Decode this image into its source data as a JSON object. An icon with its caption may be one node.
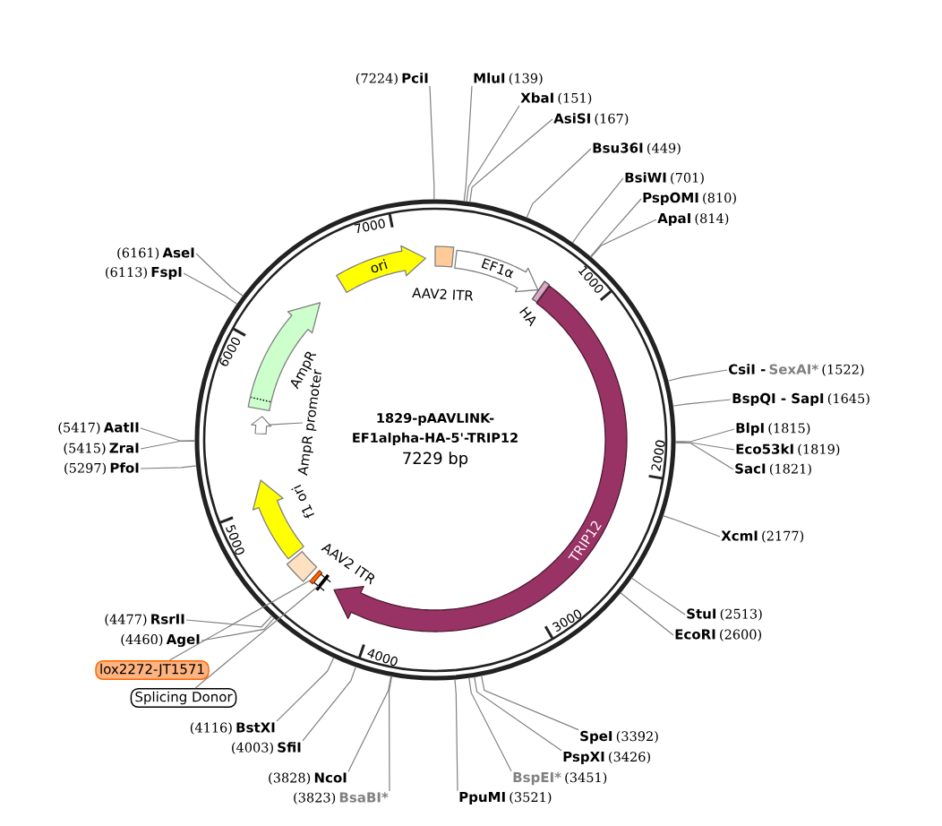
{
  "diagram": {
    "title": "1829-pAAVLINK-EF1alpha-HA-5'-TRIP12",
    "nodes": [
      {
        "text": [
          "(7224)",
          "PciI"
        ]
      },
      {
        "text": [
          "MluI",
          "(139)"
        ]
      },
      {
        "text": [
          "XbaI",
          "(151)"
        ]
      },
      {
        "text": [
          "AsiSI",
          "(167)"
        ]
      },
      {
        "text": [
          "Bsu36I",
          "(449)"
        ]
      },
      {
        "text": [
          "BsiWI",
          "(701)"
        ]
      },
      {
        "text": [
          "PspOMI",
          "(810)"
        ]
      },
      {
        "text": [
          "ApaI",
          "(814)"
        ]
      },
      {
        "text": [
          "(6161)",
          "AseI"
        ]
      },
      {
        "text": [
          "(6113)",
          "FspI"
        ]
      },
      {
        "text": [
          "ori"
        ]
      },
      {
        "text": [
          "AAV2 ITR"
        ]
      },
      {
        "text": [
          "EF1α"
        ]
      },
      {
        "text": [
          "HA"
        ]
      },
      {
        "text": [
          "AmpR"
        ]
      },
      {
        "text": [
          "CsiI -",
          "SexAI*",
          "(1522)"
        ]
      },
      {
        "text": [
          "BspQI - SapI",
          "(1645)"
        ]
      },
      {
        "text": [
          "(5417)",
          "AatII"
        ]
      },
      {
        "text": [
          "(5415)",
          "ZraI"
        ]
      },
      {
        "text": [
          "(5297)",
          "PfoI"
        ]
      },
      {
        "text": [
          "AmpR promoter"
        ]
      },
      {
        "text": [],
        "shape": "arrow"
      },
      {
        "text": [
          "BlpI",
          "(1815)"
        ]
      },
      {
        "text": [
          "Eco53kI",
          "(1819)"
        ]
      },
      {
        "text": [
          "SacI",
          "(1821)"
        ]
      },
      {
        "text": [
          "f1 ori"
        ]
      },
      {
        "text": [
          "TRIP12"
        ]
      },
      {
        "text": [
          "XcmI",
          "(2177)"
        ]
      },
      {
        "text": [
          "AAV2 ITR"
        ]
      },
      {
        "text": [],
        "shape": "bar"
      },
      {
        "text": [],
        "shape": "bar"
      },
      {
        "text": [
          "StuI",
          "(2513)"
        ]
      },
      {
        "text": [
          "EcoRI",
          "(2600)"
        ]
      },
      {
        "text": [
          "(4477)",
          "RsrII"
        ]
      },
      {
        "text": [
          "(4460)",
          "AgeI"
        ]
      },
      {
        "text": [
          "lox2272-JT1571"
        ]
      },
      {
        "text": [
          "Splicing Donor"
        ]
      },
      {
        "text": [
          "(4116)",
          "BstXI"
        ]
      },
      {
        "text": [
          "SpeI",
          "(3392)"
        ]
      },
      {
        "text": [
          "(4003)",
          "SfiI"
        ]
      },
      {
        "text": [
          "PspXI",
          "(3426)"
        ]
      },
      {
        "text": [
          "(3828)",
          "NcoI"
        ]
      },
      {
        "text": [
          "BspEI*",
          "(3451)"
        ]
      },
      {
        "text": [
          "(3823)",
          "BsaBI*"
        ]
      },
      {
        "text": [
          "PpuMI",
          "(3521)"
        ]
      }
    ],
    "edges": [
      {
        "from": 0,
        "to": null,
        "arrow": "none"
      },
      {
        "from": 1,
        "to": null,
        "arrow": "none"
      },
      {
        "from": 2,
        "to": null,
        "arrow": "none"
      },
      {
        "from": 3,
        "to": null,
        "arrow": "none"
      },
      {
        "from": 4,
        "to": null,
        "arrow": "none"
      },
      {
        "from": 5,
        "to": null,
        "arrow": "none"
      },
      {
        "from": 6,
        "to": null,
        "arrow": "none"
      },
      {
        "from": 7,
        "to": null,
        "arrow": "none"
      },
      {
        "from": 8,
        "to": null,
        "arrow": "none"
      },
      {
        "from": 9,
        "to": null,
        "arrow": "none"
      },
      {
        "from": 15,
        "to": null,
        "arrow": "none"
      },
      {
        "from": 16,
        "to": null,
        "arrow": "none"
      },
      {
        "from": 17,
        "to": null,
        "arrow": "none"
      },
      {
        "from": 18,
        "to": null,
        "arrow": "none"
      },
      {
        "from": 19,
        "to": null,
        "arrow": "none"
      },
      {
        "from": 20,
        "to": 21,
        "arrow": "none"
      },
      {
        "from": 22,
        "to": null,
        "arrow": "none"
      },
      {
        "from": 23,
        "to": null,
        "arrow": "none"
      },
      {
        "from": 24,
        "to": null,
        "arrow": "none"
      },
      {
        "from": 27,
        "to": null,
        "arrow": "none"
      },
      {
        "from": 31,
        "to": null,
        "arrow": "none"
      },
      {
        "from": 32,
        "to": null,
        "arrow": "none"
      },
      {
        "from": 33,
        "to": null,
        "arrow": "none"
      },
      {
        "from": 34,
        "to": null,
        "arrow": "none"
      },
      {
        "from": 35,
        "to": 29,
        "arrow": "none"
      },
      {
        "from": 36,
        "to": 30,
        "arrow": "none"
      },
      {
        "from": 37,
        "to": null,
        "arrow": "none"
      },
      {
        "from": 38,
        "to": null,
        "arrow": "none"
      },
      {
        "from": 39,
        "to": null,
        "arrow": "none"
      },
      {
        "from": 40,
        "to": null,
        "arrow": "none"
      },
      {
        "from": 41,
        "to": null,
        "arrow": "none"
      },
      {
        "from": 42,
        "to": null,
        "arrow": "none"
      },
      {
        "from": 43,
        "to": null,
        "arrow": "none"
      },
      {
        "from": 44,
        "to": null,
        "arrow": "none"
      }
    ],
    "labels": [
      "7229 bp",
      "1000",
      "2000",
      "3000",
      "4000",
      "5000",
      "6000",
      "7000"
    ]
  }
}
